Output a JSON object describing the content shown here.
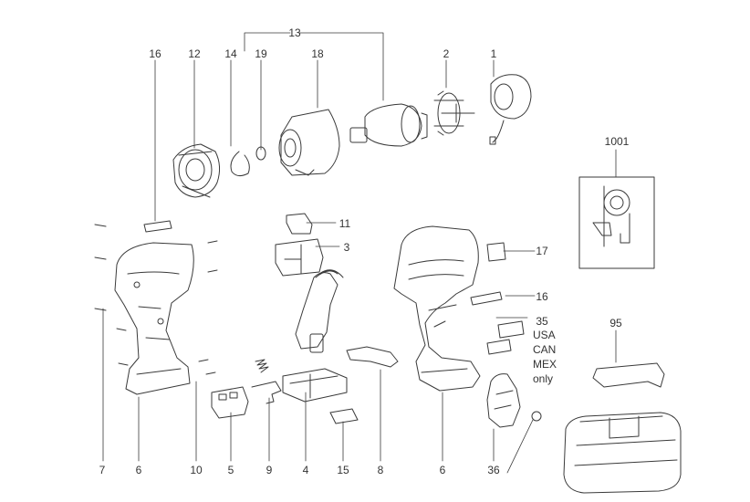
{
  "callouts": {
    "n1": "1",
    "n2": "2",
    "n3": "3",
    "n4": "4",
    "n5": "5",
    "n6a": "6",
    "n6b": "6",
    "n7": "7",
    "n8": "8",
    "n9": "9",
    "n10": "10",
    "n11": "11",
    "n12": "12",
    "n13": "13",
    "n14": "14",
    "n15": "15",
    "n16a": "16",
    "n16b": "16",
    "n17": "17",
    "n18": "18",
    "n19": "19",
    "n35": "35",
    "n36": "36",
    "n95": "95",
    "n1001": "1001"
  },
  "note_35": {
    "line1": "USA",
    "line2": "CAN",
    "line3": "MEX",
    "line4": "only"
  },
  "colors": {
    "line": "#3a3a3a",
    "fill": "#ffffff"
  }
}
